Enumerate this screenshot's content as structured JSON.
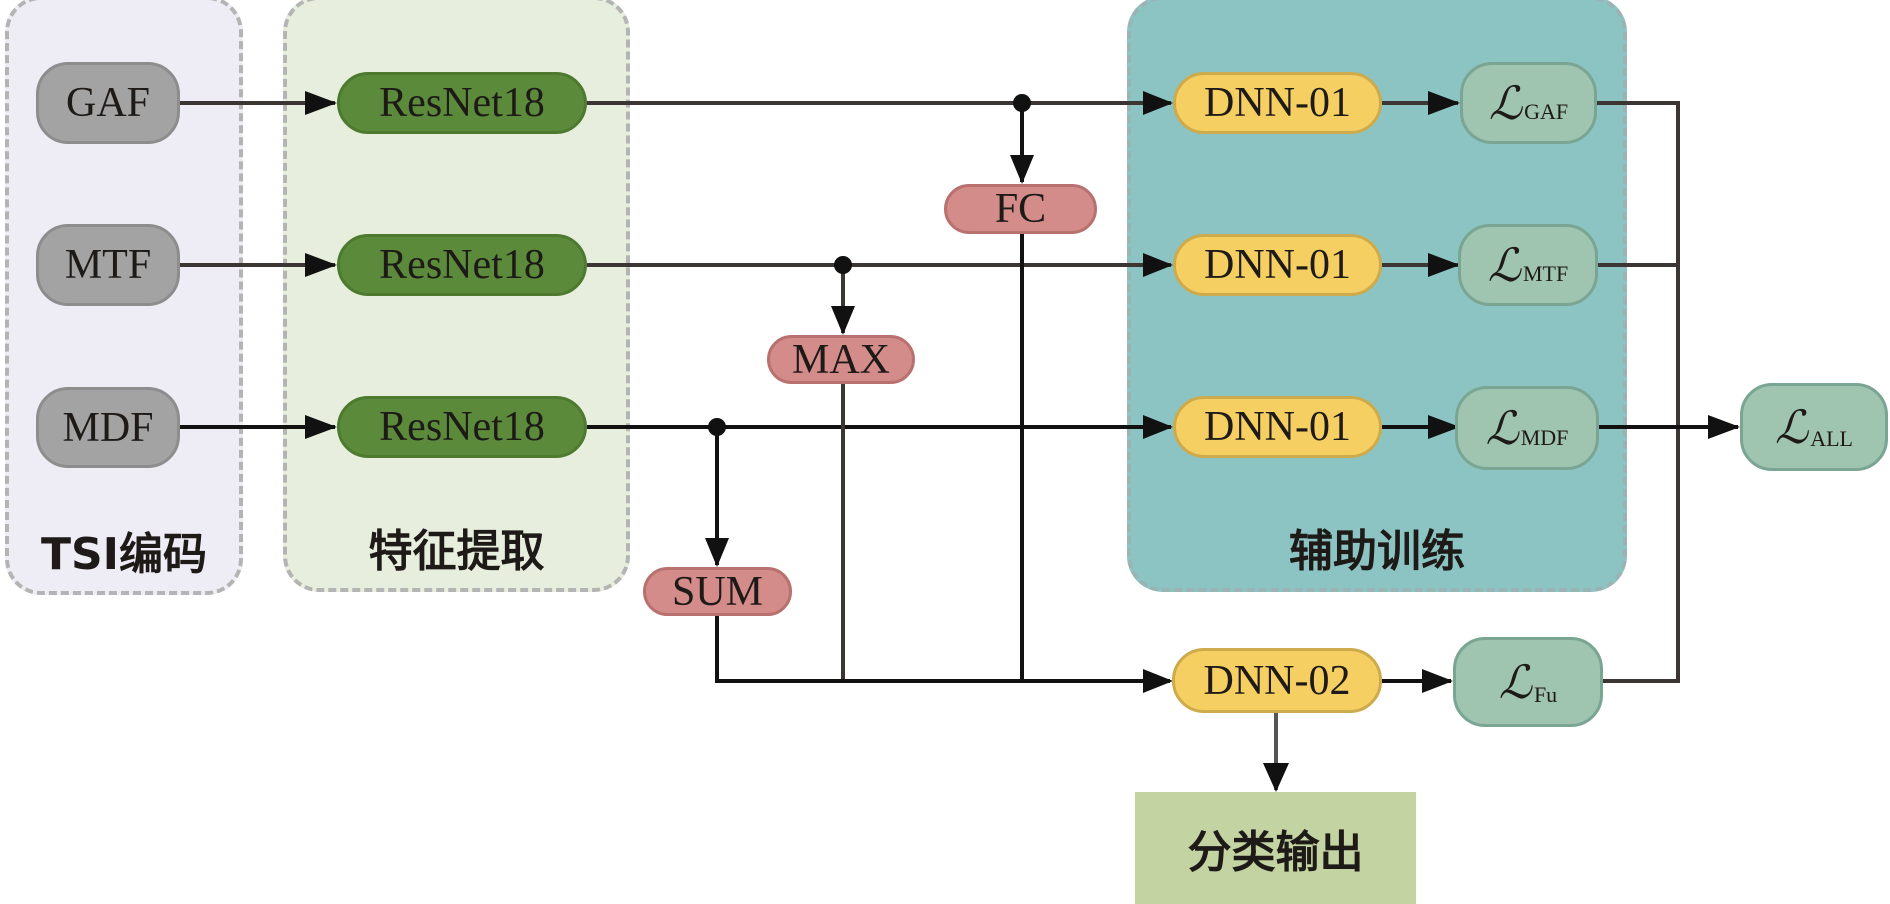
{
  "groups": {
    "encoding": {
      "label": "TSI编码",
      "color": "#eeecf4"
    },
    "feature": {
      "label": "特征提取",
      "color": "#e7eede"
    },
    "auxiliary": {
      "label": "辅助训练",
      "color": "#8cc4c3"
    }
  },
  "inputs": [
    {
      "label": "GAF"
    },
    {
      "label": "MTF"
    },
    {
      "label": "MDF"
    }
  ],
  "extractors": [
    {
      "label": "ResNet18"
    },
    {
      "label": "ResNet18"
    },
    {
      "label": "ResNet18"
    }
  ],
  "fusion_ops": {
    "fc": {
      "label": "FC"
    },
    "max": {
      "label": "MAX"
    },
    "sum": {
      "label": "SUM"
    }
  },
  "aux_heads": [
    {
      "label": "DNN-01"
    },
    {
      "label": "DNN-01"
    },
    {
      "label": "DNN-01"
    }
  ],
  "aux_losses": [
    {
      "symbol": "ℒ",
      "subscript": "GAF"
    },
    {
      "symbol": "ℒ",
      "subscript": "MTF"
    },
    {
      "symbol": "ℒ",
      "subscript": "MDF"
    }
  ],
  "fusion_head": {
    "label": "DNN-02"
  },
  "fusion_loss": {
    "symbol": "ℒ",
    "subscript": "Fu"
  },
  "total_loss": {
    "symbol": "ℒ",
    "subscript": "ALL"
  },
  "output": {
    "label": "分类输出"
  }
}
